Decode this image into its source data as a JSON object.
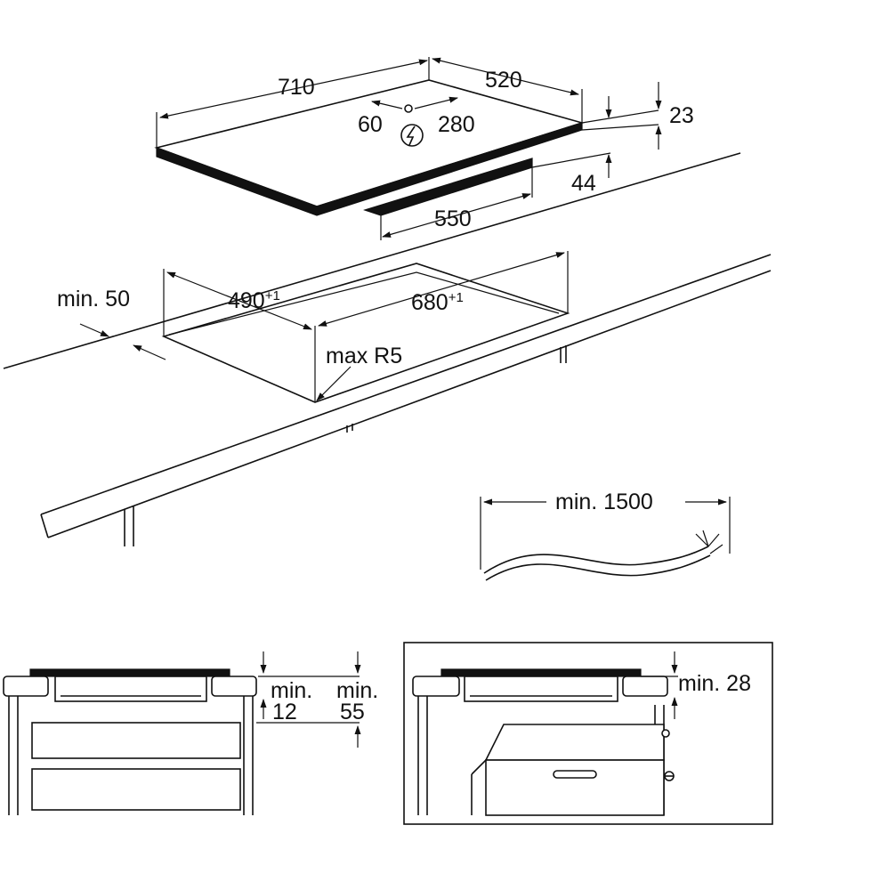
{
  "hob_dims": {
    "width": "710",
    "depth": "520",
    "conn_left": "60",
    "conn_right": "280",
    "glass_thickness": "23",
    "body_height": "44",
    "body_width": "550"
  },
  "cutout_dims": {
    "depth": "490",
    "depth_tol": "+1",
    "width": "680",
    "width_tol": "+1",
    "min_edge": "min. 50",
    "radius": "max R5"
  },
  "cable": {
    "length": "min. 1500"
  },
  "side_view_left": {
    "clear_a_label": "min.",
    "clear_a_value": "12",
    "clear_b_label": "min.",
    "clear_b_value": "55"
  },
  "side_view_right": {
    "clear": "min. 28"
  },
  "icons": {
    "power": "power-connection-icon"
  }
}
